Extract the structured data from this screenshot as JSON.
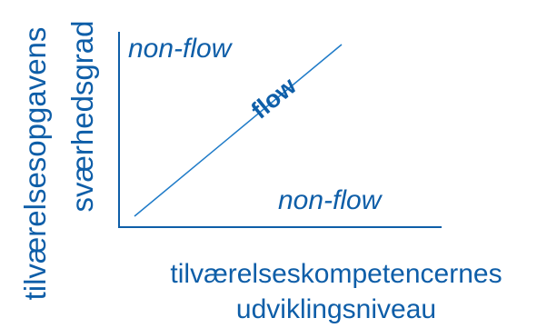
{
  "diagram": {
    "y_axis_label_line1": "tilværelsesopgavens",
    "y_axis_label_line2": "sværhedsgrad",
    "x_axis_label_line1": "tilværelseskompetencernes",
    "x_axis_label_line2": "udviklingsniveau",
    "upper_region_label": "non-flow",
    "lower_region_label": "non-flow",
    "diagonal_label": "flow",
    "colors": {
      "text": "#0e5ea8",
      "axis": "#0e5ea8",
      "diagonal_line": "#1f7bc8",
      "background": "#ffffff"
    }
  }
}
